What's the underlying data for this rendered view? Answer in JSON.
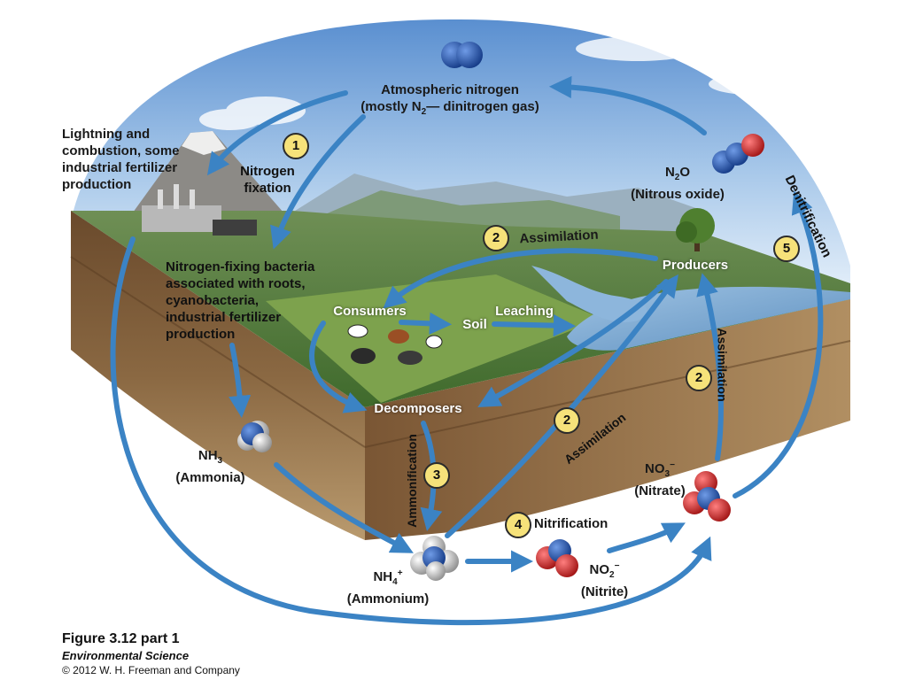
{
  "labels": {
    "atmospheric_line1": "Atmospheric nitrogen",
    "atmospheric_line2_a": "(mostly N",
    "atmospheric_line2_sub": "2",
    "atmospheric_line2_b": "— dinitrogen gas)",
    "lightning_line1": "Lightning and",
    "lightning_line2": "combustion, some",
    "lightning_line3": "industrial fertilizer",
    "lightning_line4": "production",
    "fixation_line1": "Nitrogen",
    "fixation_line2": "fixation",
    "bacteria_line1": "Nitrogen-fixing bacteria",
    "bacteria_line2": "associated with roots,",
    "bacteria_line3": "cyanobacteria,",
    "bacteria_line4": "industrial fertilizer",
    "bacteria_line5": "production",
    "n2o_a": "N",
    "n2o_sub": "2",
    "n2o_b": "O",
    "n2o_name": "(Nitrous oxide)",
    "denitrification": "Denitrification",
    "assimilation_top": "Assimilation",
    "producers": "Producers",
    "consumers": "Consumers",
    "soil": "Soil",
    "leaching": "Leaching",
    "decomposers": "Decomposers",
    "nh3_a": "NH",
    "nh3_sub": "3",
    "nh3_name": "(Ammonia)",
    "ammonification": "Ammonification",
    "assimilation_mid": "Assimilation",
    "assimilation_right": "Assimilation",
    "no3_a": "NO",
    "no3_sub": "3",
    "no3_sup": "−",
    "no3_name": "(Nitrate)",
    "nitrification": "Nitrification",
    "nh4_a": "NH",
    "nh4_sub": "4",
    "nh4_sup": "+",
    "nh4_name": "(Ammonium)",
    "no2_a": "NO",
    "no2_sub": "2",
    "no2_sup": "−",
    "no2_name": "(Nitrite)"
  },
  "badges": {
    "b1": "1",
    "b2_top": "2",
    "b2_mid": "2",
    "b2_right": "2",
    "b3": "3",
    "b4": "4",
    "b5": "5"
  },
  "caption": {
    "figure": "Figure 3.12 part 1",
    "book": "Environmental Science",
    "copyright": "© 2012 W. H. Freeman and Company"
  },
  "colors": {
    "arrow": "#3b83c4",
    "badge_fill": "#f6e27a",
    "nitrogen_atom": "#1f4fa8",
    "oxygen_atom": "#d42a2a",
    "hydrogen_atom": "#d9d9d9"
  }
}
